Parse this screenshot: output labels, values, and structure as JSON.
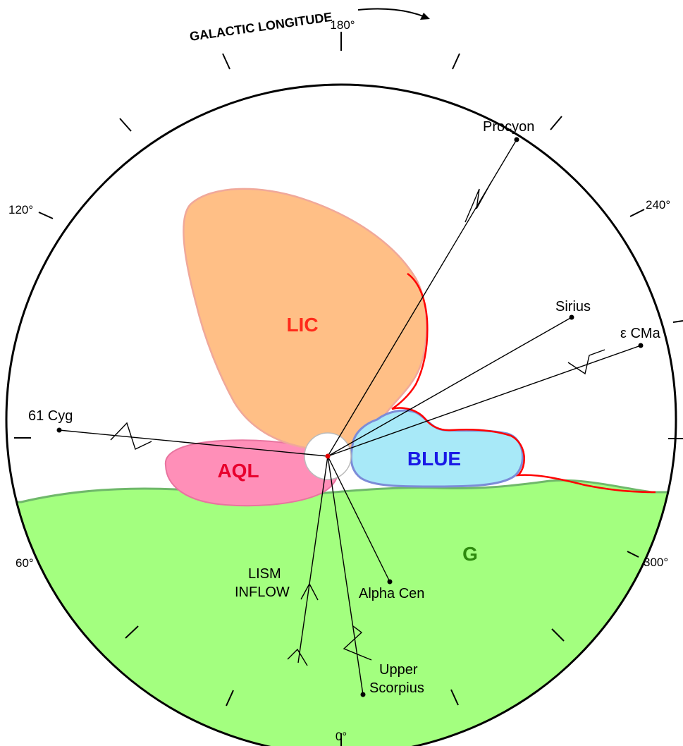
{
  "title": "GALACTIC LONGITUDE",
  "longitude_labels": {
    "deg_0": "0°",
    "deg_60": "60°",
    "deg_120": "120°",
    "deg_180": "180°",
    "deg_240": "240°",
    "deg_300": "300°"
  },
  "clouds": {
    "lic": {
      "label": "LIC",
      "fill": "#FFBF86",
      "label_color": "#FF2A1A"
    },
    "aql": {
      "label": "AQL",
      "fill": "#FF8FB8",
      "label_color": "#E8002D"
    },
    "blue": {
      "label": "BLUE",
      "fill": "#A8E9F8",
      "label_color": "#1A1AE6"
    },
    "g": {
      "label": "G",
      "fill": "#A3FF7F",
      "label_color": "#2E8A0E"
    }
  },
  "stars": {
    "procyon": "Procyon",
    "sirius": "Sirius",
    "eps_cma": "ε CMa",
    "cyg61": "61 Cyg",
    "alpha_cen": "Alpha Cen",
    "upper_sco_1": "Upper",
    "upper_sco_2": "Scorpius"
  },
  "inflow": {
    "line1": "LISM",
    "line2": "INFLOW"
  },
  "colors": {
    "boundary_red": "#FF0000",
    "sun": "#E00000"
  }
}
